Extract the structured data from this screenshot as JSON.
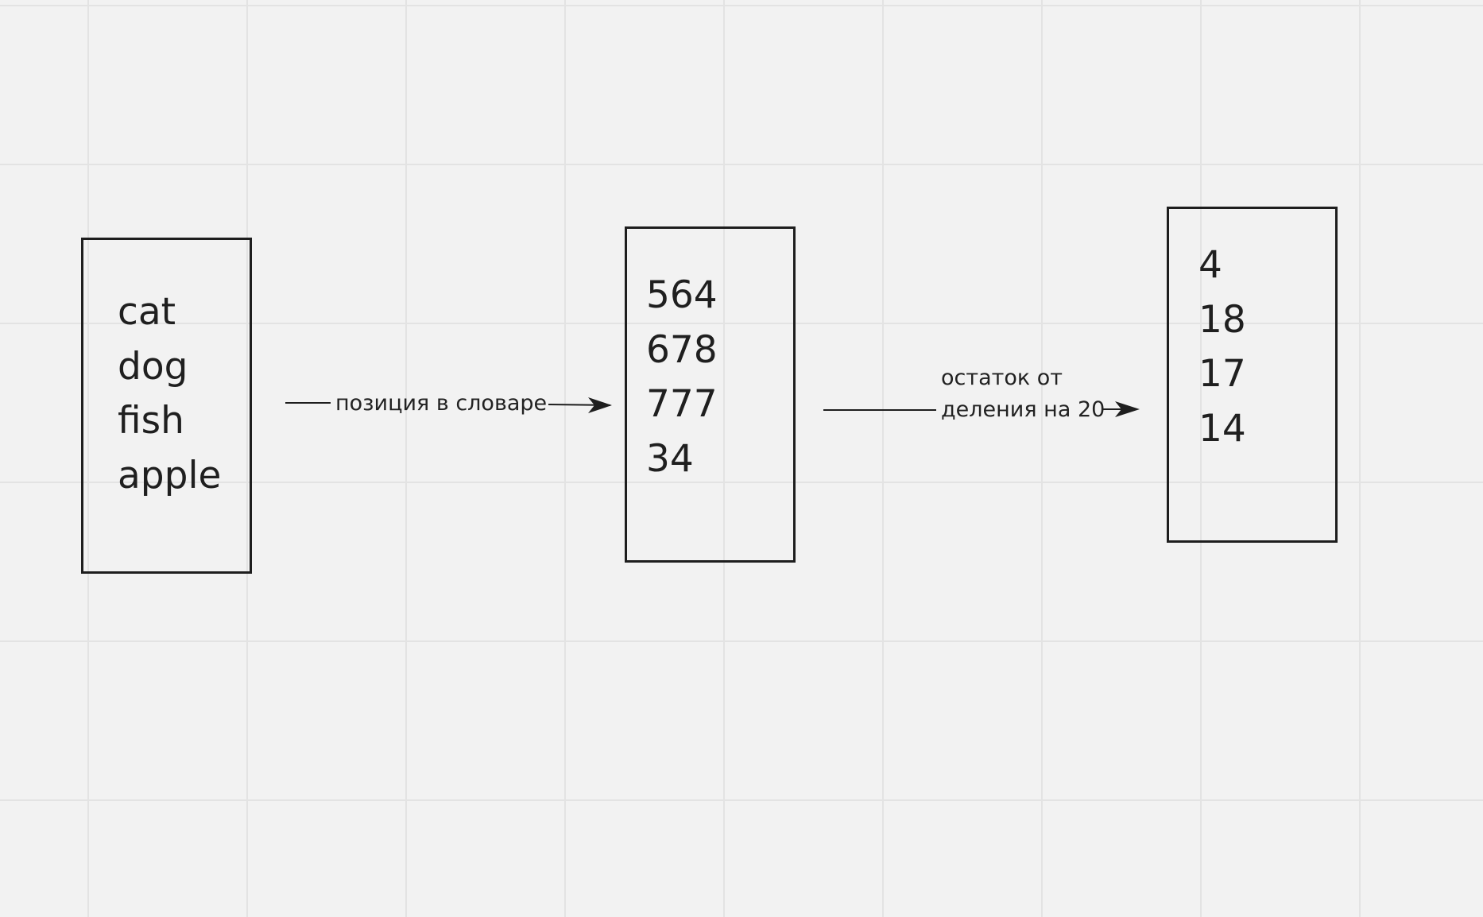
{
  "nodes": {
    "words": {
      "items": [
        "cat",
        "dog",
        "fish",
        "apple"
      ]
    },
    "positions": {
      "items": [
        "564",
        "678",
        "777",
        "34"
      ]
    },
    "remainders": {
      "items": [
        "4",
        "18",
        "17",
        "14"
      ]
    }
  },
  "edges": {
    "position_label": "позиция в словаре",
    "remainder_label_line1": "остаток от",
    "remainder_label_line2": "деления на 20"
  },
  "colors": {
    "background": "#f2f2f2",
    "grid": "#e3e3e3",
    "stroke": "#1e1e1e"
  }
}
